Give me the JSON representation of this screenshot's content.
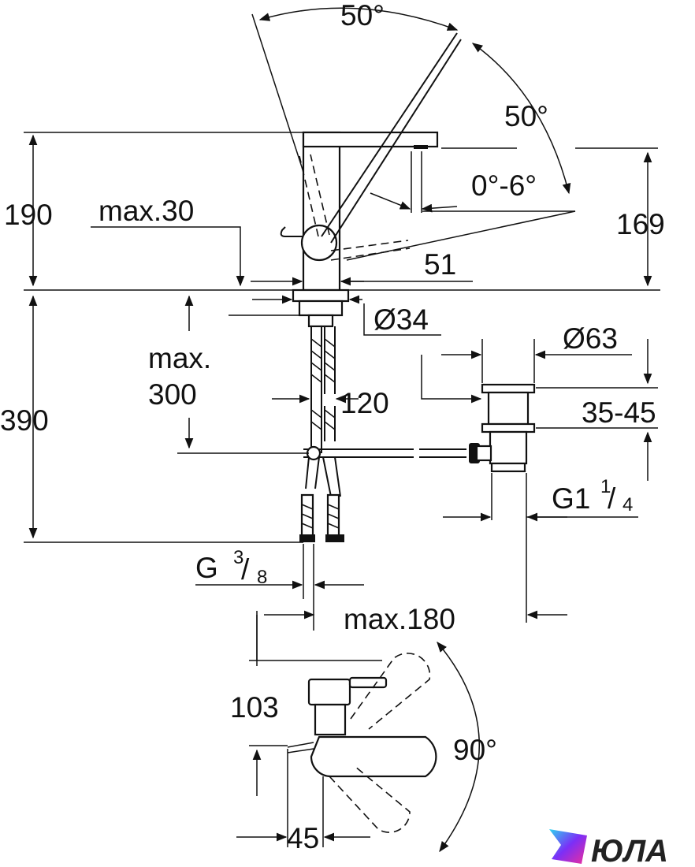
{
  "dimensions": {
    "angle_top": "50°",
    "angle_right": "50°",
    "spout_tilt": "0°-6°",
    "height_190": "190",
    "max_30": "max.30",
    "height_169": "169",
    "depth_51": "51",
    "diameter_34": "Ø34",
    "max_300_line1": "max.",
    "max_300_line2": "300",
    "depth_390": "390",
    "length_120": "120",
    "diameter_63": "Ø63",
    "range_35_45": "35-45",
    "thread_g1_main": "G1",
    "thread_g1_sup": "1",
    "thread_g1_sub": "4",
    "thread_g38_main": "G",
    "thread_g38_sup": "3",
    "thread_g38_sub": "8",
    "max_180": "max.180",
    "height_103": "103",
    "angle_90": "90°",
    "width_45": "45"
  },
  "brand": {
    "name": "ЮЛА",
    "logo_colors": [
      "#7b2ff7",
      "#2dd4f0",
      "#f02d9a"
    ]
  }
}
